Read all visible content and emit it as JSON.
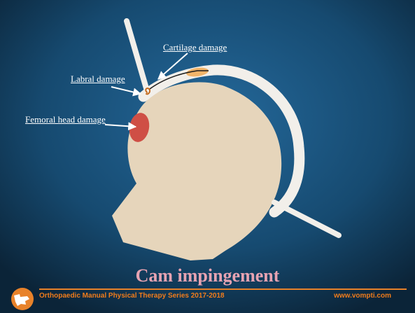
{
  "labels": {
    "cartilage": "Cartilage damage",
    "labral": "Labral damage",
    "femoral_head": "Femoral head damage"
  },
  "title": "Cam impingement",
  "footer": {
    "series": "Orthopaedic Manual Physical Therapy Series 2017-2018",
    "website": "www.vompti.com"
  },
  "colors": {
    "background_center": "#1f5f8c",
    "background_edge": "#0b2438",
    "bone": "#e6d5bb",
    "acetabulum": "#f2efea",
    "cartilage_lesion": "#f0b46a",
    "femoral_lesion": "#cf4f45",
    "title": "#e7a3b2",
    "footer_text": "#f07c1c"
  },
  "icons": [
    "arrow-icon",
    "logo-icon"
  ]
}
